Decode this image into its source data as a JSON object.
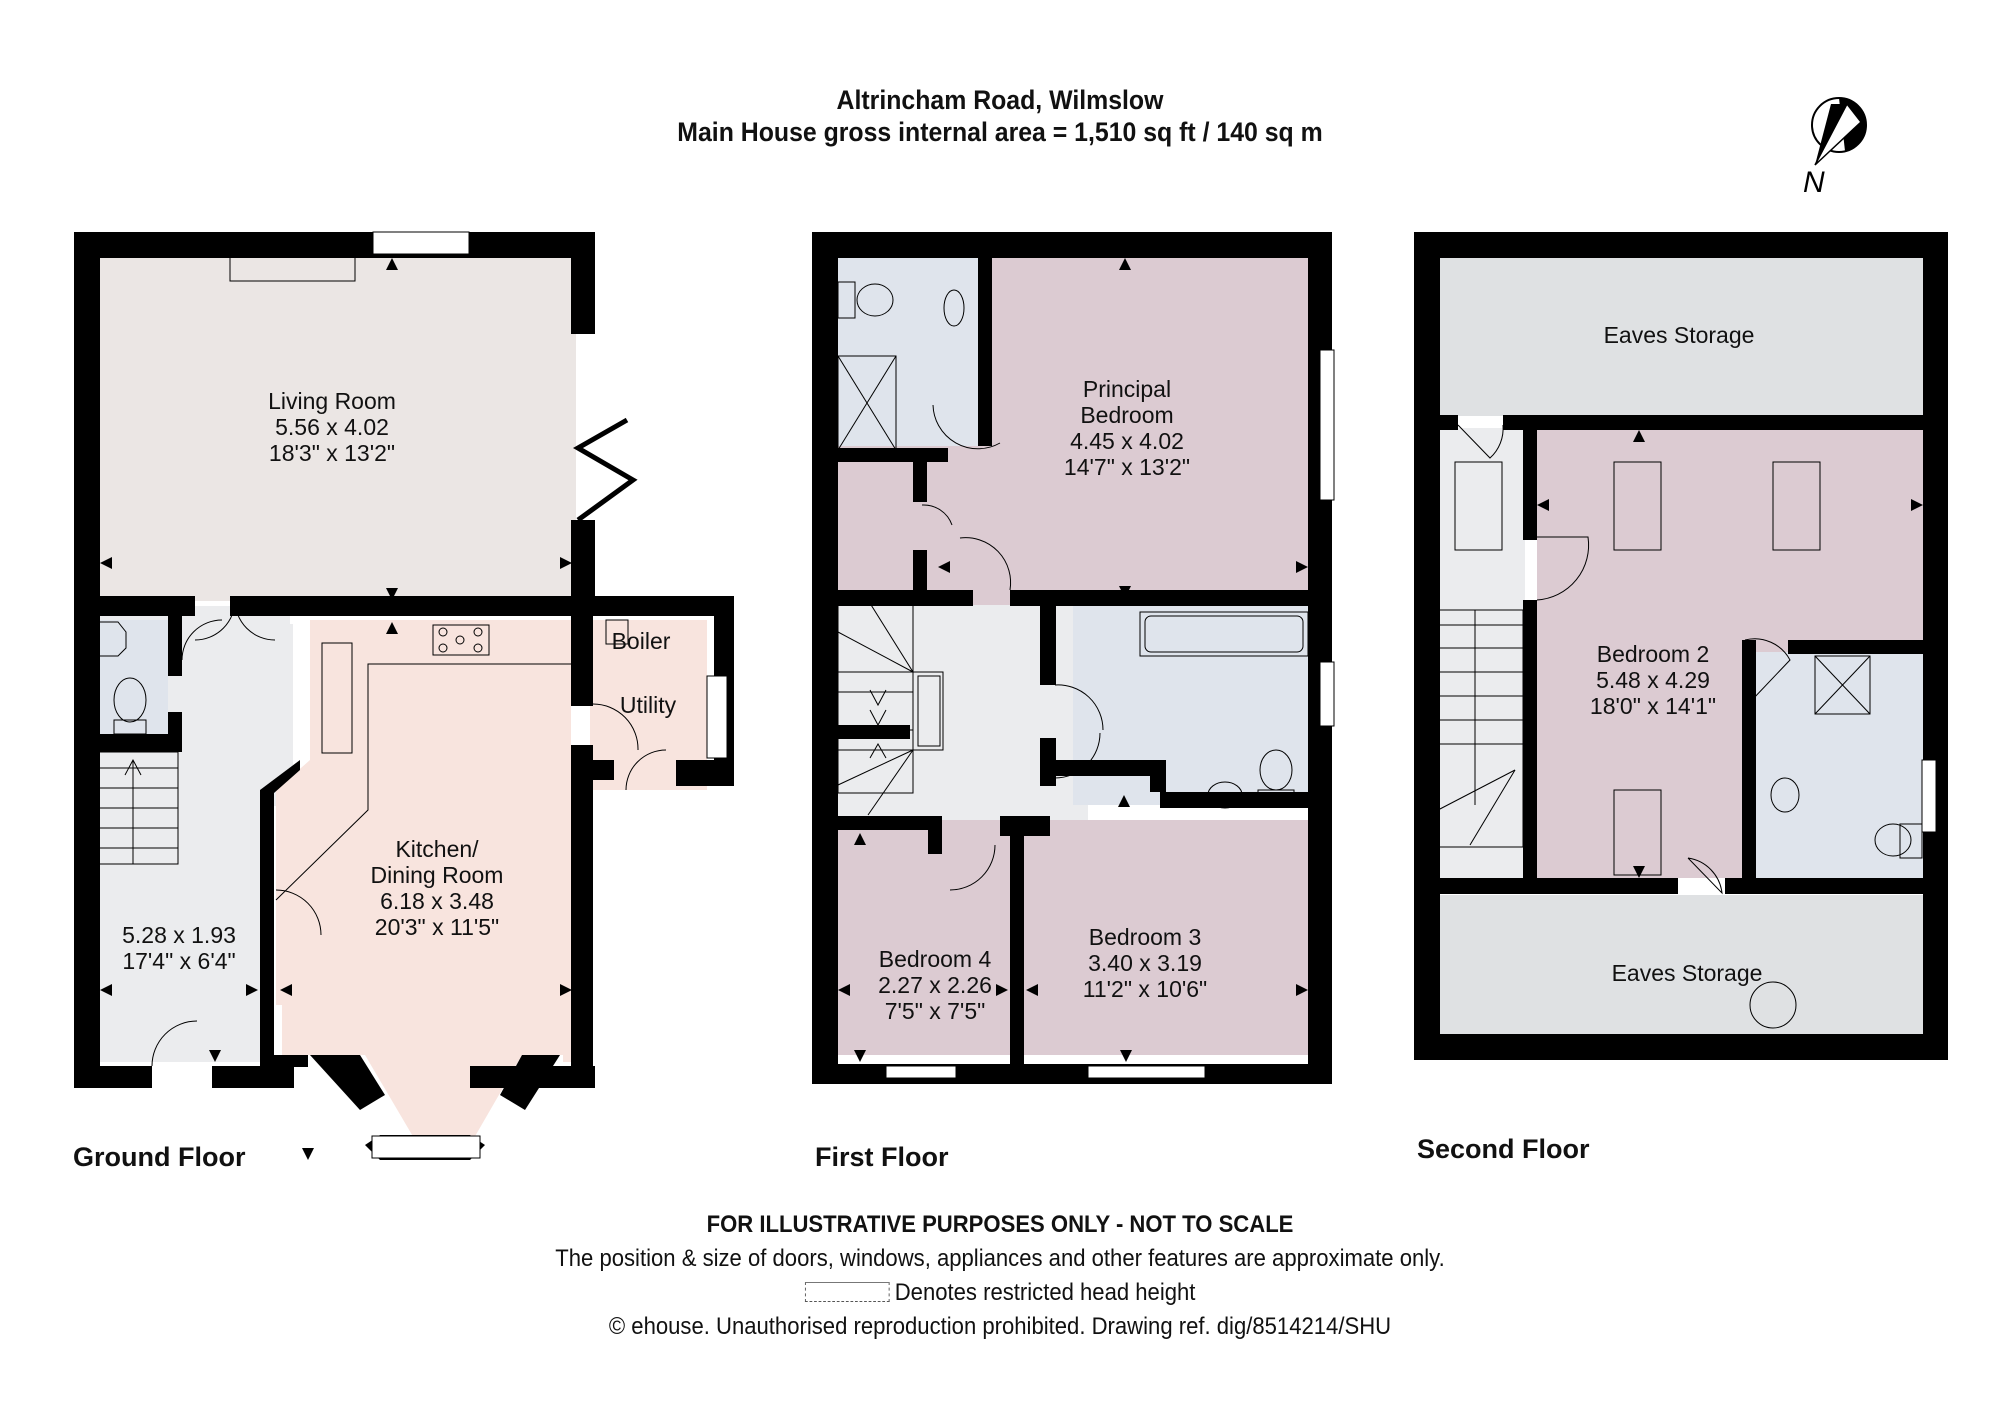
{
  "header": {
    "title": "Altrincham Road, Wilmslow",
    "subtitle": "Main House gross internal area = 1,510 sq ft / 140 sq m"
  },
  "compass": {
    "icon": "north-arrow-icon",
    "label": "N"
  },
  "colors": {
    "wall": "#000000",
    "living": "#ebe6e4",
    "hall": "#ebecee",
    "bath": "#dfe4ec",
    "kitchen": "#f8e4de",
    "bedroom": "#dccbd2",
    "eaves": "#dfe1e3"
  },
  "floors": [
    {
      "label": "Ground Floor",
      "rooms": [
        {
          "name": "Living Room",
          "metric": "5.56 x 4.02",
          "imperial": "18'3\" x 13'2\""
        },
        {
          "name": "",
          "metric": "5.28 x 1.93",
          "imperial": "17'4\" x 6'4\""
        },
        {
          "name": "Kitchen/",
          "name2": "Dining Room",
          "metric": "6.18 x 3.48",
          "imperial": "20'3\" x 11'5\""
        },
        {
          "name": "Boiler"
        },
        {
          "name": "Utility"
        }
      ]
    },
    {
      "label": "First Floor",
      "rooms": [
        {
          "name": "Principal",
          "name2": "Bedroom",
          "metric": "4.45 x 4.02",
          "imperial": "14'7\" x 13'2\""
        },
        {
          "name": "Bedroom 4",
          "metric": "2.27 x 2.26",
          "imperial": "7'5\" x 7'5\""
        },
        {
          "name": "Bedroom 3",
          "metric": "3.40 x 3.19",
          "imperial": "11'2\" x 10'6\""
        }
      ]
    },
    {
      "label": "Second Floor",
      "rooms": [
        {
          "name": "Eaves Storage"
        },
        {
          "name": "Bedroom 2",
          "metric": "5.48 x 4.29",
          "imperial": "18'0\" x 14'1\""
        },
        {
          "name": "Eaves Storage"
        }
      ]
    }
  ],
  "footer": {
    "disclaimer": "FOR ILLUSTRATIVE PURPOSES ONLY - NOT TO SCALE",
    "note": "The position & size of doors, windows, appliances and other features are approximate only.",
    "legend": "Denotes restricted head height",
    "copyright": "© ehouse. Unauthorised reproduction prohibited. Drawing ref. dig/8514214/SHU"
  }
}
